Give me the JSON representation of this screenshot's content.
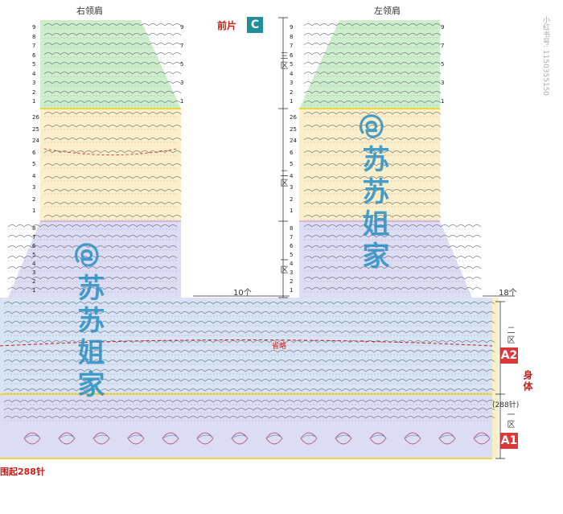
{
  "labels": {
    "right_shoulder": "右领肩",
    "left_shoulder": "左领肩",
    "front_piece": "前片",
    "front_badge": "C",
    "zone3": "三区",
    "zone2": "二区",
    "zone1": "一区",
    "count_10": "10个",
    "count_18": "18个",
    "omit": "省略",
    "body": "身体",
    "stitches_288": "(288针)",
    "a2": "A2",
    "a1": "A1",
    "cast_on": "围起288针",
    "watermark": "@苏苏姐家",
    "redbook_id": "小红书号: 1150355150"
  },
  "row_numbers": {
    "left_top": [
      "9",
      "8",
      "7",
      "6",
      "5",
      "4",
      "3",
      "2",
      "1"
    ],
    "left_top_right": [
      "9",
      "7",
      "5",
      "3",
      "1"
    ],
    "left_mid": [
      "26",
      "25",
      "24",
      "6",
      "5",
      "4",
      "3",
      "2",
      "1"
    ],
    "left_lower": [
      "8",
      "7",
      "6",
      "5",
      "4",
      "3",
      "2",
      "1"
    ]
  },
  "colors": {
    "green": "#cdeecd",
    "yellow": "#fbeecb",
    "lavender": "#dcdcf2",
    "body_blue": "#d8e3f3",
    "border_yellow": "#f0d33a",
    "red": "#d83a3a",
    "teal": "#1f8f99",
    "ink": "#5a5a6a"
  }
}
